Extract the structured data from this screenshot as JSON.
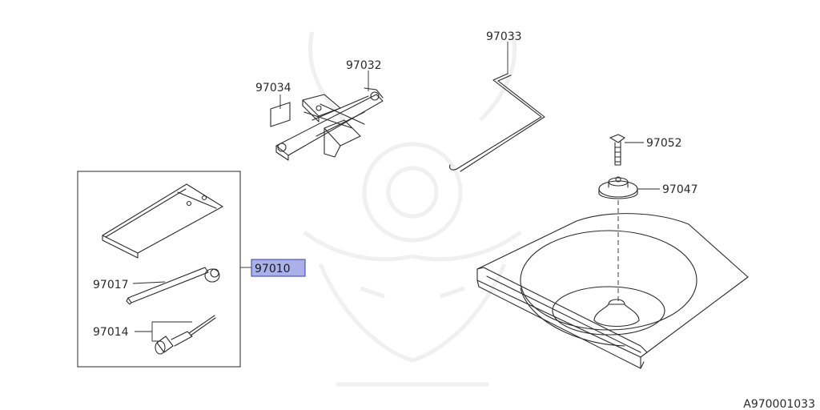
{
  "colors": {
    "line": "#2a2a2a",
    "highlight_fill": "#aab0e8",
    "highlight_stroke": "#3a3fa8",
    "watermark": "#f0f0f0"
  },
  "parts": {
    "p97033": "97033",
    "p97032": "97032",
    "p97034": "97034",
    "p97052": "97052",
    "p97047": "97047",
    "p97010": "97010",
    "p97017": "97017",
    "p97014": "97014"
  },
  "figure_code": "A970001033"
}
